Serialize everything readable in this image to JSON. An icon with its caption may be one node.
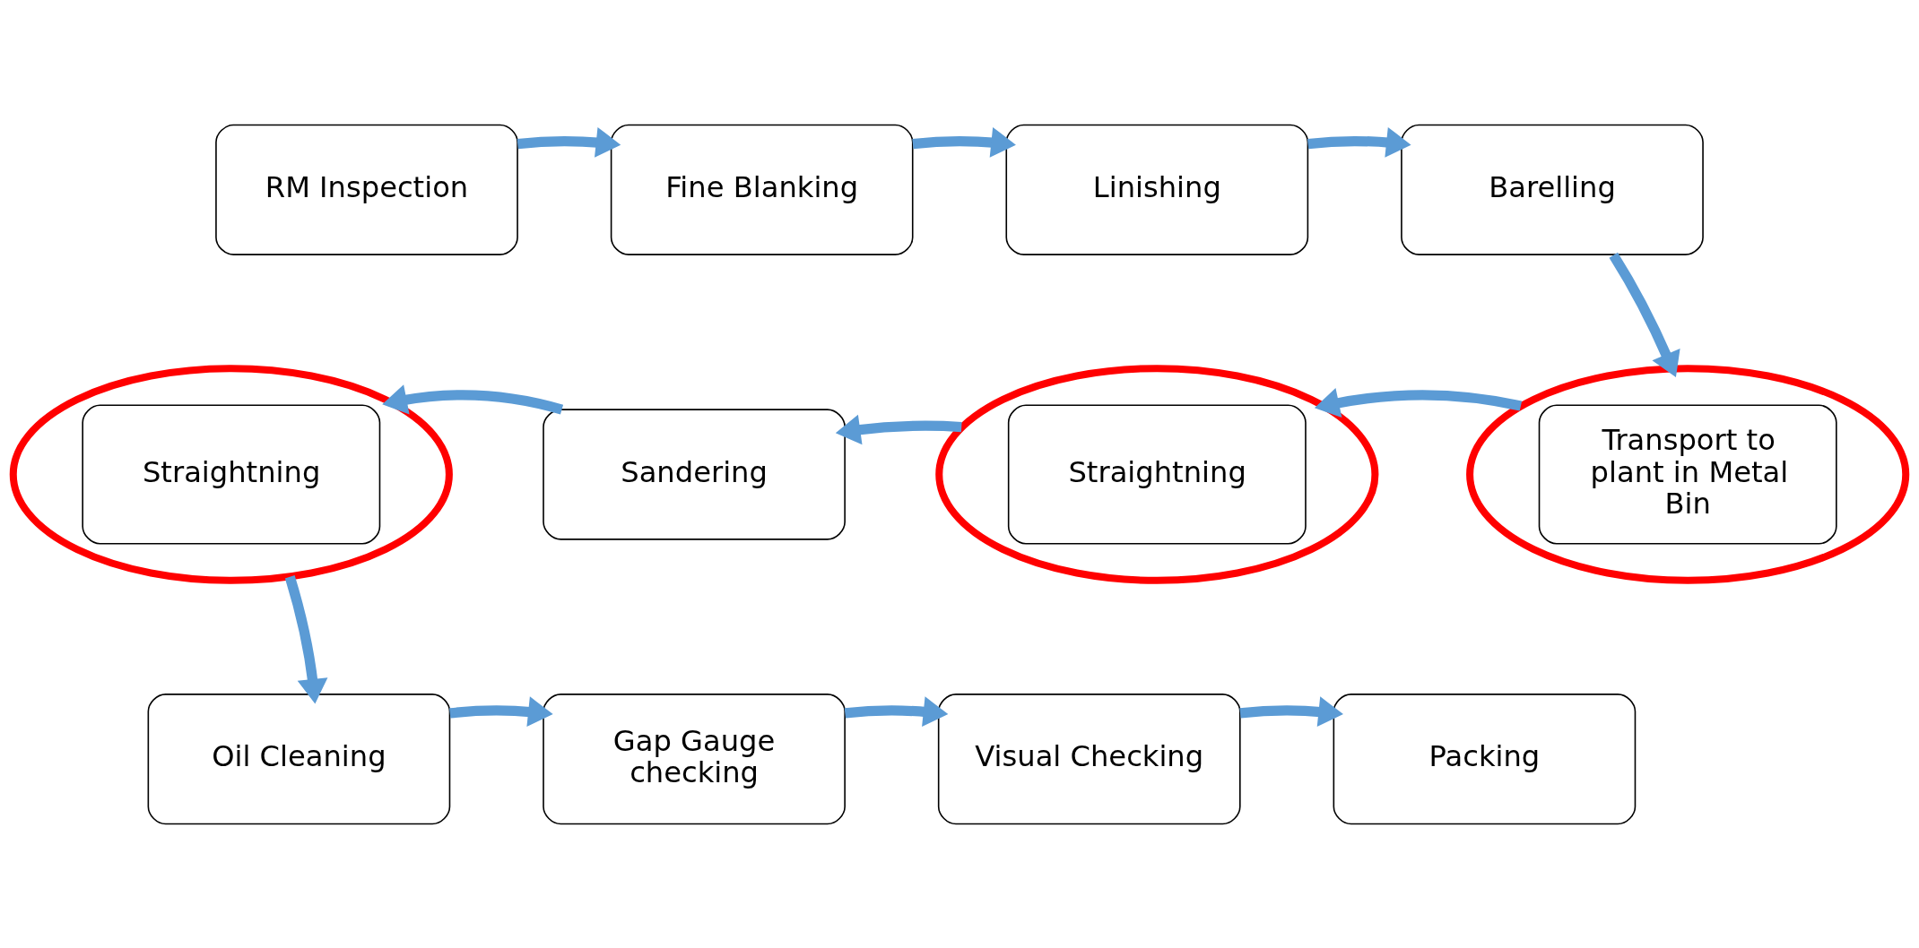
{
  "diagram": {
    "nodes": [
      {
        "text": [
          "RM Inspection"
        ]
      },
      {
        "text": [
          "Fine Blanking"
        ]
      },
      {
        "text": [
          "Linishing"
        ]
      },
      {
        "text": [
          "Barelling"
        ]
      },
      {
        "text": [
          "Straightning"
        ]
      },
      {
        "text": [
          "Sandering"
        ]
      },
      {
        "text": [
          "Straightning"
        ]
      },
      {
        "text": [
          "Transport to plant in Metal Bin"
        ]
      },
      {
        "text": [
          "Oil Cleaning"
        ]
      },
      {
        "text": [
          "Gap Gauge checking"
        ]
      },
      {
        "text": [
          "Visual Checking"
        ]
      },
      {
        "text": [
          "Packing"
        ]
      }
    ],
    "edges": [
      {
        "from": 0,
        "to": 1,
        "arrow": "to"
      },
      {
        "from": 1,
        "to": 2,
        "arrow": "to"
      },
      {
        "from": 2,
        "to": 3,
        "arrow": "to"
      },
      {
        "from": 3,
        "to": 7,
        "arrow": "to"
      },
      {
        "from": 7,
        "to": 6,
        "arrow": "to"
      },
      {
        "from": 6,
        "to": 5,
        "arrow": "to"
      },
      {
        "from": 5,
        "to": 4,
        "arrow": "to"
      },
      {
        "from": 4,
        "to": 8,
        "arrow": "to"
      },
      {
        "from": 8,
        "to": 9,
        "arrow": "to"
      },
      {
        "from": 9,
        "to": 10,
        "arrow": "to"
      },
      {
        "from": 10,
        "to": 11,
        "arrow": "to"
      }
    ]
  }
}
